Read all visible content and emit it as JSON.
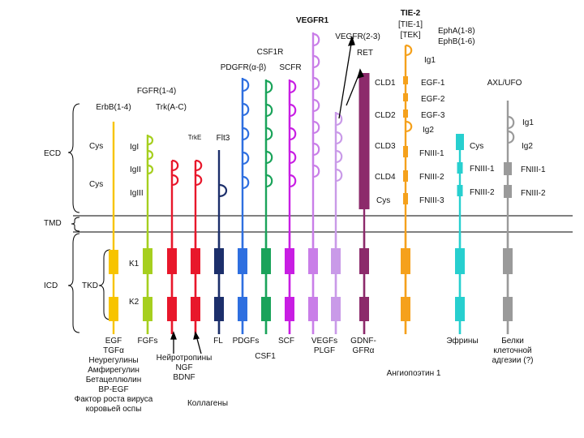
{
  "receptors": {
    "vegfr1": "VEGFR1",
    "tie2": "TIE-2",
    "tie1": "[TIE-1]",
    "tek": "[TEK]",
    "ephA": "EphA(1-8)",
    "ephB": "EphB(1-6)",
    "vegfr23": "VEGFR(2-3)",
    "csf1r": "CSF1R",
    "ret": "RET",
    "pdgfr": "PDGFR(α-β)",
    "scfr": "SCFR",
    "fgfr": "FGFR(1-4)",
    "axl": "AXL/UFO",
    "erbb": "ErbB(1-4)",
    "trk": "Trk(A-C)",
    "trke": "TrkE",
    "flt3": "Flt3"
  },
  "domains": {
    "ig1_tie": "Ig1",
    "cld1": "CLD1",
    "egf1": "EGF-1",
    "egf2": "EGF-2",
    "cld2": "CLD2",
    "egf3": "EGF-3",
    "ig2_tie": "Ig2",
    "ig1_axl": "Ig1",
    "cld3": "CLD3",
    "fniii1_tie": "FNIII-1",
    "cys_eph": "Cys",
    "ig2_axl": "Ig2",
    "fniii1_eph": "FNIII-1",
    "fniii1_axl": "FNIII-1",
    "cld4": "CLD4",
    "fniii2_tie": "FNIII-2",
    "fniii2_eph": "FNIII-2",
    "fniii2_axl": "FNIII-2",
    "cys_ret": "Cys",
    "fniii3_tie": "FNIII-3",
    "cys1_erbb": "Cys",
    "cys2_erbb": "Cys",
    "igI": "IgI",
    "igII": "IgII",
    "igIII": "IgIII",
    "k1": "K1",
    "k2": "K2"
  },
  "regions": {
    "ecd": "ECD",
    "tmd": "TMD",
    "icd": "ICD",
    "tkd": "TKD"
  },
  "ligands": {
    "egf": "EGF\nTGFα\nНеурегулины\nАмфирегулин\nБетацеллюлин\nBP-EGF\nФактор роста вируса\nкоровьей оспы",
    "fgfs": "FGFs",
    "neurotrophins": "Нейротропины\nNGF\nBDNF",
    "collagens": "Коллагены",
    "fl": "FL",
    "pdgfs": "PDGFs",
    "csf1": "CSF1",
    "scf": "SCF",
    "vegfs": "VEGFs\nPLGF",
    "gdnf": "GDNF-\nGFRα",
    "angiopoietin": "Ангиопоэтин 1",
    "ephrins": "Эфрины",
    "adhesion": "Белки\nклеточной\nадгезии (?)"
  },
  "colors": {
    "erbb": "#f7c400",
    "fgfr": "#a6cf1f",
    "trk": "#e8172b",
    "trke": "#e8172b",
    "flt3": "#1c2f6b",
    "pdgfr": "#2e6fe0",
    "csf1r": "#1aa35a",
    "scfr": "#c81ee3",
    "vegfr1": "#c97ee8",
    "vegfr23": "#c99ae8",
    "ret": "#8c2a6b",
    "tie": "#f5a11c",
    "eph": "#27cfcf",
    "axl": "#9a9a9a",
    "membrane": "#000000"
  }
}
